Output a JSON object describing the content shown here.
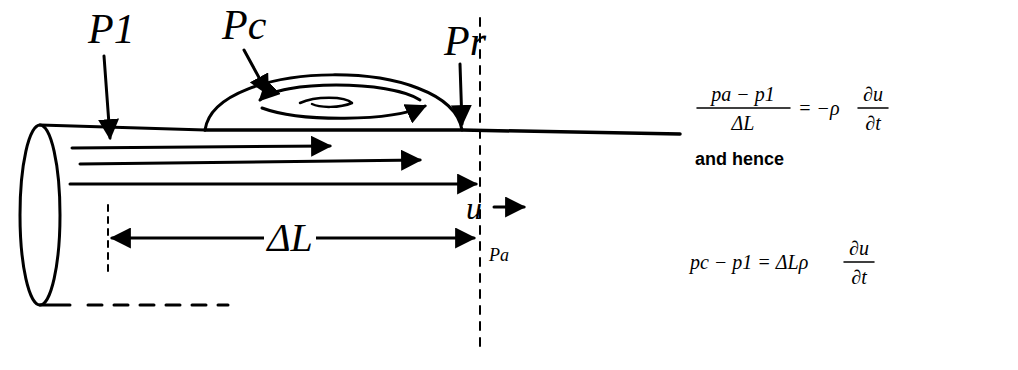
{
  "diagram": {
    "labels": [
      "P1",
      "Pc",
      "Pr",
      "Pa",
      "ΔL",
      "u",
      "pa − p1",
      "ΔL",
      "= −ρ",
      "∂u",
      "∂t",
      "and hence",
      "pc − p1 = ΔLρ",
      "∂u",
      "∂t"
    ]
  }
}
